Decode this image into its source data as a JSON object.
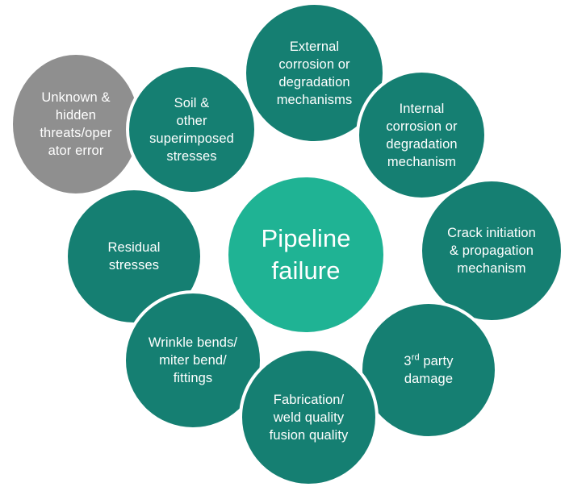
{
  "diagram": {
    "center": {
      "line1": "Pipeline",
      "line2": "failure"
    },
    "nodes": {
      "external": {
        "line1": "External",
        "line2": "corrosion or",
        "line3": "degradation",
        "line4": "mechanisms"
      },
      "internal": {
        "line1": "Internal",
        "line2": "corrosion or",
        "line3": "degradation",
        "line4": "mechanism"
      },
      "crack": {
        "line1": "Crack initiation",
        "line2": "& propagation",
        "line3": "mechanism"
      },
      "third_party": {
        "sup_prefix": "3",
        "sup": "rd",
        "suffix": " party",
        "line2": "damage"
      },
      "fabrication": {
        "line1": "Fabrication/",
        "line2": "weld quality",
        "line3": "fusion quality"
      },
      "wrinkle": {
        "line1": "Wrinkle bends/",
        "line2": "miter bend/",
        "line3": "fittings"
      },
      "residual": {
        "line1": "Residual",
        "line2": "stresses"
      },
      "soil": {
        "line1": "Soil &",
        "line2": "other",
        "line3": "superimposed",
        "line4": "stresses"
      },
      "unknown": {
        "line1": "Unknown &",
        "line2": "hidden",
        "line3": "threats/oper",
        "line4": "ator error"
      }
    }
  },
  "colors": {
    "outer_teal": "#157f72",
    "center_green": "#1fb394",
    "grey": "#8f8f8f",
    "text": "#ffffff"
  }
}
